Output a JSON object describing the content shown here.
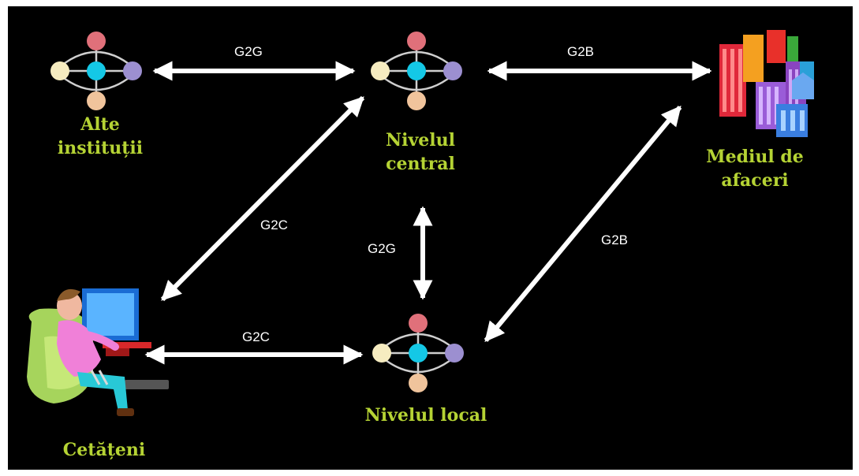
{
  "nodes": {
    "alte_institutii": {
      "line1": "Alte",
      "line2": "instituții",
      "icon": "institution-network-icon"
    },
    "nivelul_central": {
      "line1": "Nivelul",
      "line2": "central",
      "icon": "institution-network-icon"
    },
    "nivelul_local": {
      "label": "Nivelul local",
      "icon": "institution-network-icon"
    },
    "mediul_de_afaceri": {
      "line1": "Mediul de",
      "line2": "afaceri",
      "icon": "office-buildings-icon"
    },
    "cetateni": {
      "label": "Cetățeni",
      "icon": "citizen-at-computer-icon"
    }
  },
  "edges": {
    "g2g_top": "G2G",
    "g2b_top": "G2B",
    "g2c_diagonal": "G2C",
    "g2g_vertical": "G2G",
    "g2b_diagonal": "G2B",
    "g2c_bottom": "G2C"
  },
  "colors": {
    "background": "#000000",
    "label_green": "#b5d334",
    "arrow_white": "#ffffff",
    "node_pink": "#e0707a",
    "node_cream": "#f6ecc0",
    "node_cyan": "#14c8e6",
    "node_lavender": "#9c8fd0",
    "node_peach": "#f0c49c"
  }
}
